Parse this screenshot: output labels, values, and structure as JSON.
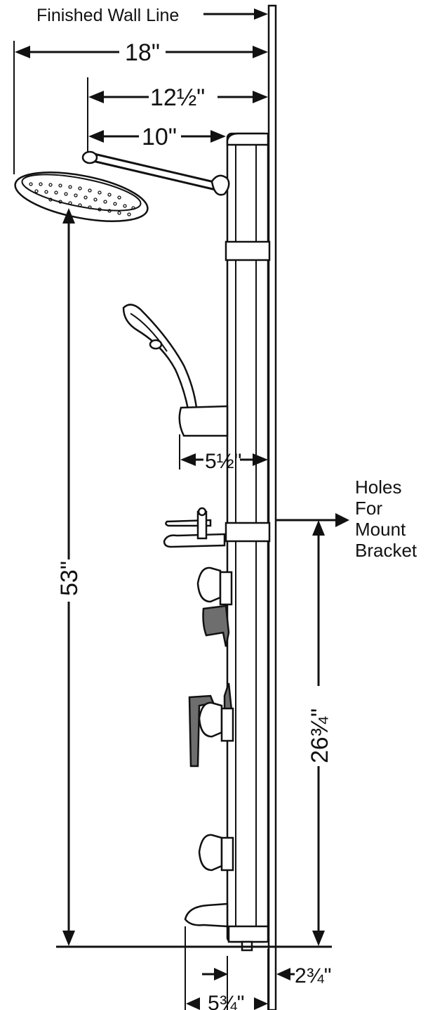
{
  "labels": {
    "finished_wall_line": "Finished Wall Line",
    "dim_18": "18\"",
    "dim_12_half": "12½\"",
    "dim_10": "10\"",
    "dim_5_half": "5½\"",
    "dim_53": "53\"",
    "dim_26_3_4": "26¾\"",
    "dim_5_3_4": "5¾\"",
    "dim_2_3_4": "2¾\"",
    "holes_line1": "Holes",
    "holes_line2": "For",
    "holes_line3": "Mount",
    "holes_line4": "Bracket"
  },
  "colors": {
    "line": "#111111",
    "handle_fill": "#6e6e6e",
    "background": "#ffffff"
  }
}
